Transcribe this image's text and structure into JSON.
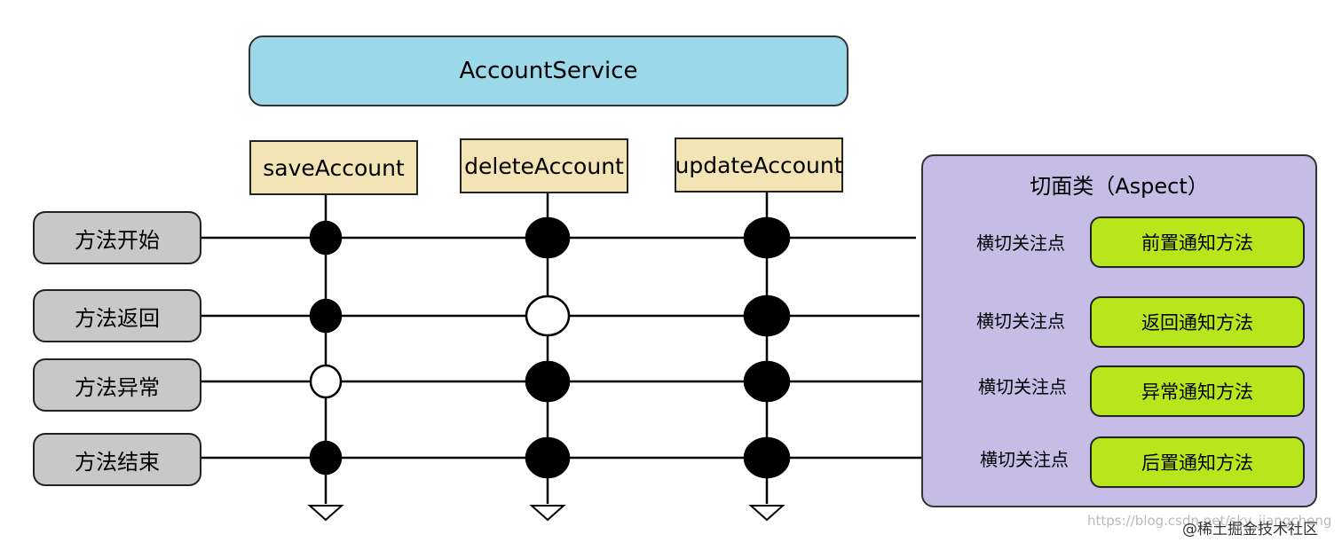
{
  "service": {
    "label": "AccountService"
  },
  "methods": [
    "saveAccount",
    "deleteAccount",
    "updateAccount"
  ],
  "stages": [
    "方法开始",
    "方法返回",
    "方法异常",
    "方法结束"
  ],
  "joinpoints": {
    "saveAccount": [
      "filled",
      "filled",
      "hollow",
      "filled"
    ],
    "deleteAccount": [
      "filled",
      "hollow",
      "filled",
      "filled"
    ],
    "updateAccount": [
      "filled",
      "filled",
      "filled",
      "filled"
    ]
  },
  "aspect": {
    "title": "切面类（Aspect）",
    "crosscut_label": "横切关注点",
    "advices": [
      "前置通知方法",
      "返回通知方法",
      "异常通知方法",
      "后置通知方法"
    ]
  },
  "watermark": {
    "url": "https://blog.csdn.net/sky_jiangcheng",
    "brand": "@稀土掘金技术社区"
  },
  "colors": {
    "service_fill": "#9bd9ea",
    "method_fill": "#f2e4b4",
    "stage_fill": "#c8c8c8",
    "aspect_fill": "#c5bde6",
    "advice_fill": "#b7e61c"
  }
}
